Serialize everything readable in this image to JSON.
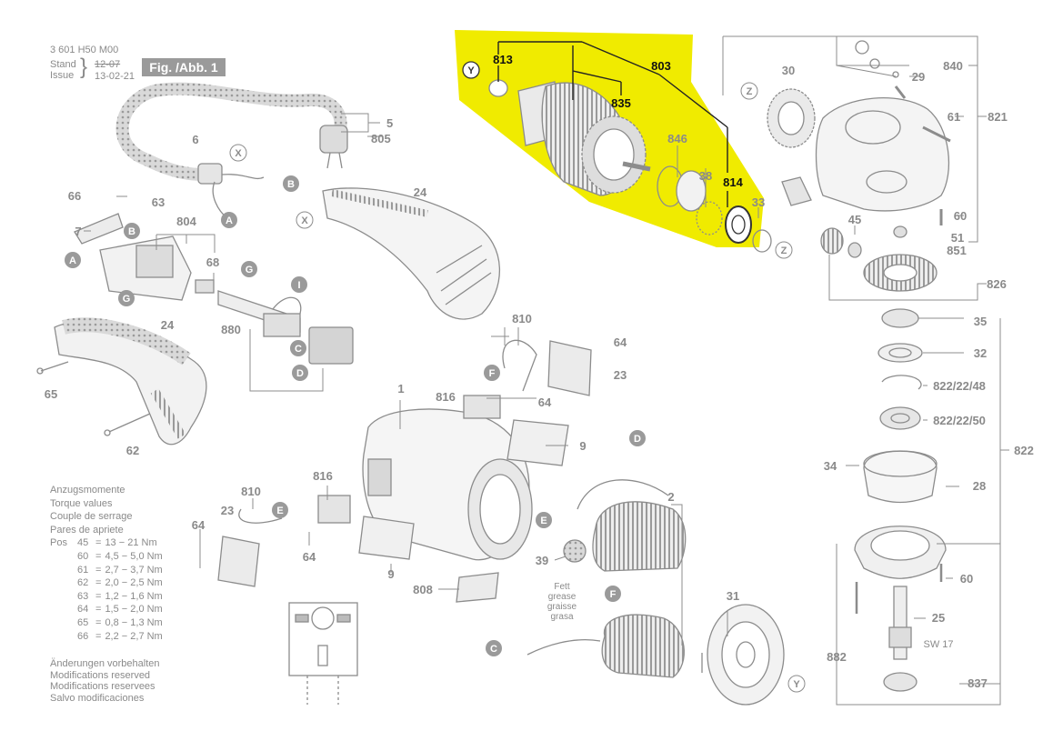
{
  "header": {
    "doc_number": "3 601 H50 M00",
    "stand_label": "Stand",
    "issue_label": "Issue",
    "old_date": "12-07",
    "new_date": "13-02-21",
    "figure_label": "Fig. /Abb. 1"
  },
  "torque": {
    "title_lines": [
      "Anzugsmomente",
      "Torque values",
      "Couple de serrage",
      "Pares de apriete"
    ],
    "pos_label": "Pos",
    "rows": [
      {
        "pos": "45",
        "value": "13 − 21 Nm"
      },
      {
        "pos": "60",
        "value": "4,5 − 5,0 Nm"
      },
      {
        "pos": "61",
        "value": "2,7 − 3,7 Nm"
      },
      {
        "pos": "62",
        "value": "2,0 − 2,5 Nm"
      },
      {
        "pos": "63",
        "value": "1,2 − 1,6 Nm"
      },
      {
        "pos": "64",
        "value": "1,5 − 2,0 Nm"
      },
      {
        "pos": "65",
        "value": "0,8 − 1,3 Nm"
      },
      {
        "pos": "66",
        "value": "2,2 − 2,7 Nm"
      }
    ]
  },
  "notes": [
    "Änderungen vorbehalten",
    "Modifications reserved",
    "Modifications reservees",
    "Salvo modificaciones"
  ],
  "highlight_color": "#f0eb00",
  "line_color": "#8c8c8c",
  "text_color": "#8a8a8a",
  "marker_labels": [
    {
      "id": "ly1",
      "text": "Y"
    },
    {
      "id": "lx1",
      "text": "X"
    },
    {
      "id": "lb1",
      "text": "B"
    },
    {
      "id": "la1",
      "text": "A"
    },
    {
      "id": "lx2",
      "text": "X"
    },
    {
      "id": "lb2",
      "text": "B"
    },
    {
      "id": "la2",
      "text": "A"
    },
    {
      "id": "lg1",
      "text": "G"
    },
    {
      "id": "lg2",
      "text": "G"
    },
    {
      "id": "li1",
      "text": "I"
    },
    {
      "id": "lc1",
      "text": "C"
    },
    {
      "id": "ld1",
      "text": "D"
    },
    {
      "id": "lf1",
      "text": "F"
    },
    {
      "id": "le1",
      "text": "E"
    },
    {
      "id": "ld2",
      "text": "D"
    },
    {
      "id": "le2",
      "text": "E"
    },
    {
      "id": "lf2",
      "text": "F"
    },
    {
      "id": "lc2",
      "text": "C"
    },
    {
      "id": "lz1",
      "text": "Z"
    },
    {
      "id": "lz2",
      "text": "Z"
    },
    {
      "id": "ly2",
      "text": "Y"
    }
  ],
  "part_labels": [
    {
      "id": "p813",
      "text": "813",
      "bold": true
    },
    {
      "id": "p803",
      "text": "803",
      "bold": true
    },
    {
      "id": "p835",
      "text": "835",
      "bold": true
    },
    {
      "id": "p814",
      "text": "814",
      "bold": true
    },
    {
      "id": "p5",
      "text": "5"
    },
    {
      "id": "p805",
      "text": "805"
    },
    {
      "id": "p6",
      "text": "6"
    },
    {
      "id": "p66",
      "text": "66"
    },
    {
      "id": "p63",
      "text": "63"
    },
    {
      "id": "p804",
      "text": "804"
    },
    {
      "id": "p7",
      "text": "7"
    },
    {
      "id": "p68",
      "text": "68"
    },
    {
      "id": "p24a",
      "text": "24"
    },
    {
      "id": "p880",
      "text": "880"
    },
    {
      "id": "p24b",
      "text": "24"
    },
    {
      "id": "p65",
      "text": "65"
    },
    {
      "id": "p62",
      "text": "62"
    },
    {
      "id": "p810a",
      "text": "810"
    },
    {
      "id": "p64a",
      "text": "64"
    },
    {
      "id": "p23a",
      "text": "23"
    },
    {
      "id": "p816a",
      "text": "816"
    },
    {
      "id": "p64b",
      "text": "64"
    },
    {
      "id": "p1",
      "text": "1"
    },
    {
      "id": "p9a",
      "text": "9"
    },
    {
      "id": "p816b",
      "text": "816"
    },
    {
      "id": "p810b",
      "text": "810"
    },
    {
      "id": "p23b",
      "text": "23"
    },
    {
      "id": "p64c",
      "text": "64"
    },
    {
      "id": "p64d",
      "text": "64"
    },
    {
      "id": "p9b",
      "text": "9"
    },
    {
      "id": "p808",
      "text": "808"
    },
    {
      "id": "p2",
      "text": "2"
    },
    {
      "id": "p39",
      "text": "39"
    },
    {
      "id": "p31",
      "text": "31"
    },
    {
      "id": "p846",
      "text": "846"
    },
    {
      "id": "p38",
      "text": "38"
    },
    {
      "id": "p33",
      "text": "33"
    },
    {
      "id": "p30",
      "text": "30"
    },
    {
      "id": "p840",
      "text": "840"
    },
    {
      "id": "p29",
      "text": "29"
    },
    {
      "id": "p61",
      "text": "61"
    },
    {
      "id": "p821",
      "text": "821"
    },
    {
      "id": "p60a",
      "text": "60"
    },
    {
      "id": "p51",
      "text": "51"
    },
    {
      "id": "p851",
      "text": "851"
    },
    {
      "id": "p45",
      "text": "45"
    },
    {
      "id": "p826",
      "text": "826"
    },
    {
      "id": "p35",
      "text": "35"
    },
    {
      "id": "p32",
      "text": "32"
    },
    {
      "id": "p822_48",
      "text": "822/22/48"
    },
    {
      "id": "p822_50",
      "text": "822/22/50"
    },
    {
      "id": "p822",
      "text": "822"
    },
    {
      "id": "p34",
      "text": "34"
    },
    {
      "id": "p28",
      "text": "28"
    },
    {
      "id": "p60b",
      "text": "60"
    },
    {
      "id": "p25",
      "text": "25"
    },
    {
      "id": "psw17",
      "text": "SW 17"
    },
    {
      "id": "p882",
      "text": "882"
    },
    {
      "id": "p837",
      "text": "837"
    }
  ],
  "fett_lines": [
    "Fett",
    "grease",
    "graisse",
    "grasa"
  ]
}
